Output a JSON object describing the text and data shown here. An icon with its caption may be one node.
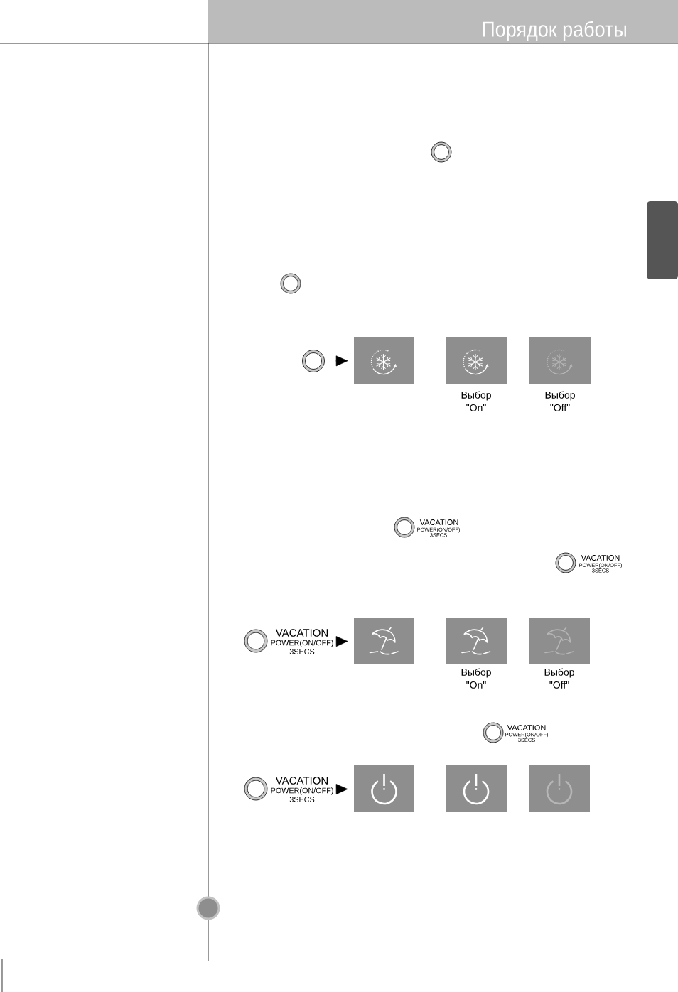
{
  "diagram": {
    "title": "Порядок работы",
    "nodes": [
      {
        "text": [],
        "shape": "circle"
      },
      {
        "text": [],
        "shape": "box"
      },
      {
        "text": [],
        "shape": "box",
        "beside": [
          "Выбор \"On\""
        ]
      },
      {
        "text": [],
        "shape": "box",
        "beside": [
          "Выбор \"Off\""
        ]
      },
      {
        "text": [
          "VACATION",
          "POWER(ON/OFF) 3SECS"
        ]
      },
      {
        "text": [],
        "shape": "box"
      },
      {
        "text": [],
        "shape": "box",
        "beside": [
          "Выбор \"On\""
        ]
      },
      {
        "text": [],
        "shape": "box",
        "beside": [
          "Выбор \"Off\""
        ]
      },
      {
        "text": [
          "VACATION",
          "POWER(ON/OFF) 3SECS"
        ]
      },
      {
        "text": [],
        "shape": "box"
      },
      {
        "text": [],
        "shape": "box"
      },
      {
        "text": [],
        "shape": "box"
      },
      {
        "text": [],
        "shape": "box"
      }
    ],
    "edges": [
      {
        "from": 0,
        "to": 1,
        "arrow": "to"
      },
      {
        "from": 4,
        "to": 5,
        "arrow": "to"
      },
      {
        "from": 8,
        "to": 9,
        "arrow": "to"
      }
    ],
    "labels": [
      "VACATION",
      "POWER(ON/OFF) 3SECS",
      "VACATION",
      "POWER(ON/OFF) 3SECS",
      "VACATION",
      "POWER(ON/OFF) 3SECS"
    ]
  }
}
